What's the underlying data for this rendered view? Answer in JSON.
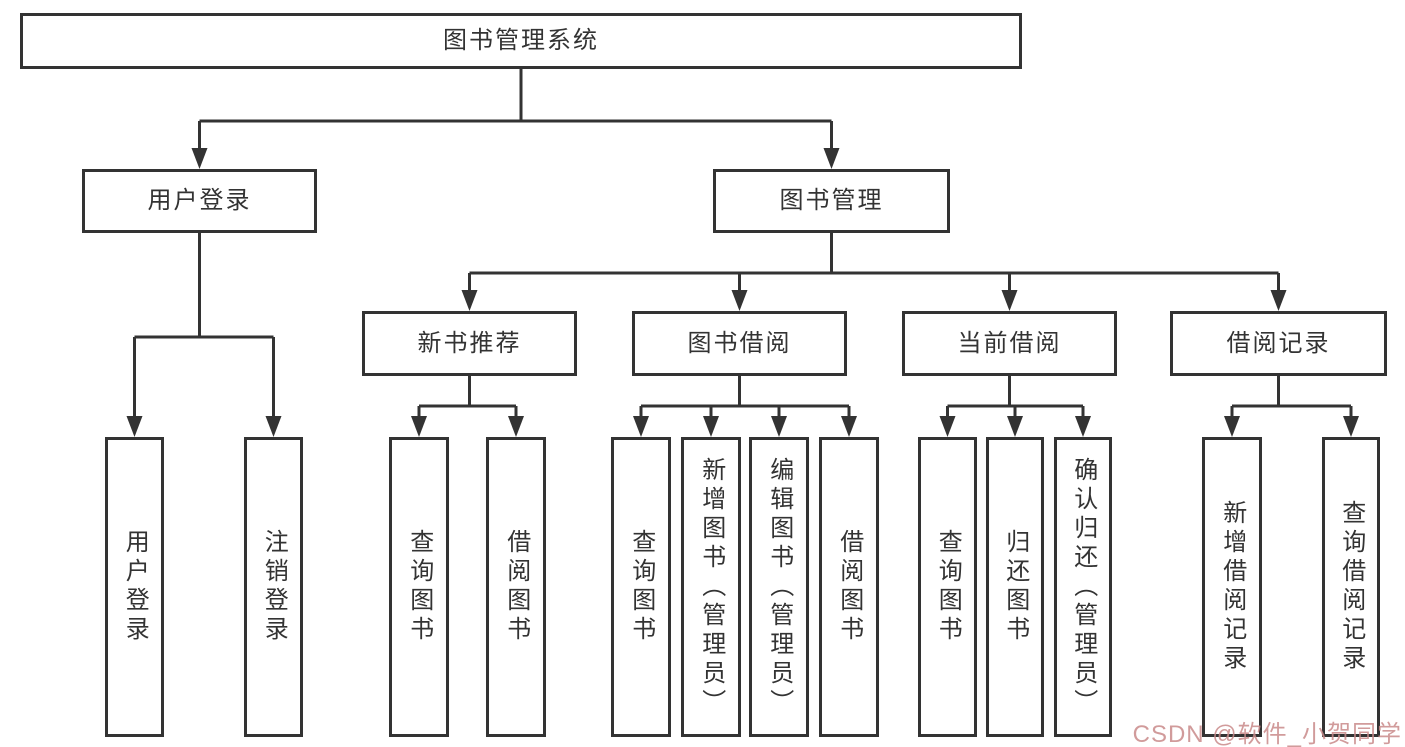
{
  "diagram_title": "图书管理系统",
  "tree": {
    "label": "图书管理系统",
    "children": [
      {
        "label": "用户登录",
        "children": [
          {
            "label": "用户登录"
          },
          {
            "label": "注销登录"
          }
        ]
      },
      {
        "label": "图书管理",
        "children": [
          {
            "label": "新书推荐",
            "children": [
              {
                "label": "查询图书"
              },
              {
                "label": "借阅图书"
              }
            ]
          },
          {
            "label": "图书借阅",
            "children": [
              {
                "label": "查询图书"
              },
              {
                "label": "新增图书（管理员）"
              },
              {
                "label": "编辑图书（管理员）"
              },
              {
                "label": "借阅图书"
              }
            ]
          },
          {
            "label": "当前借阅",
            "children": [
              {
                "label": "查询图书"
              },
              {
                "label": "归还图书"
              },
              {
                "label": "确认归还（管理员）"
              }
            ]
          },
          {
            "label": "借阅记录",
            "children": [
              {
                "label": "新增借阅记录"
              },
              {
                "label": "查询借阅记录"
              }
            ]
          }
        ]
      }
    ]
  },
  "watermark": {
    "text": "CSDN @软件_小贺同学"
  },
  "colors": {
    "line": "#333333",
    "box_border": "#333333",
    "text": "#333333",
    "watermark": "#c98a8a",
    "background": "#ffffff"
  }
}
